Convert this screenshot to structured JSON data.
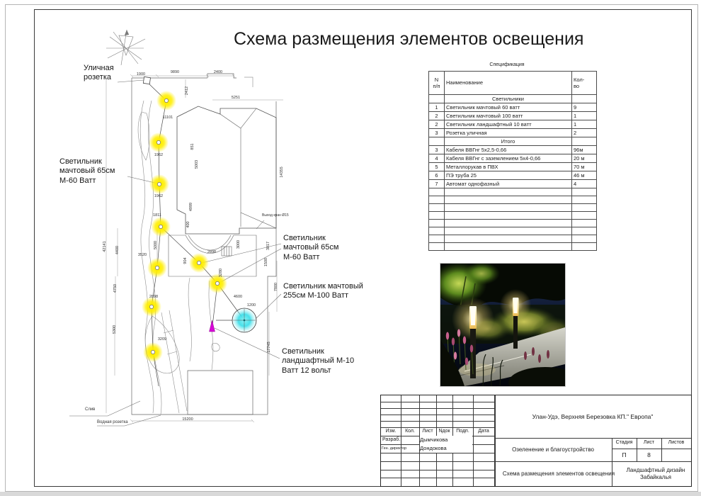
{
  "page_title": "Схема размещения элементов освещения",
  "colors": {
    "mast_glow": "#ffee00",
    "mast100_fill": "#35dde8",
    "landscape_fill": "#d808d8"
  },
  "plan": {
    "labels": {
      "street_outlet": "Уличная розетка",
      "mast60_left": "Светильник мачтовый 65см М-60 Ватт",
      "mast60_right": "Светильник мачтовый 65см М-60 Ватт",
      "mast100": "Светильник мачтовый 255см М-100 Ватт",
      "landscape": "Светильник ландшафтный М-10 Ватт 12 вольт",
      "drain": "Слив",
      "water_outlet": "Водная розетка",
      "tap": "Выход кран Ø15"
    },
    "dims": [
      "1900",
      "9890",
      "2400",
      "2412",
      "5251",
      "11101",
      "1962",
      "851",
      "5003",
      "1962",
      "1811",
      "4999",
      "400",
      "14355",
      "42141",
      "4400",
      "5000",
      "3520",
      "4750",
      "2898",
      "5300",
      "3209",
      "2898",
      "904",
      "3000",
      "3017",
      "1500",
      "3280",
      "7800",
      "4600",
      "1200",
      "17745",
      "15200"
    ]
  },
  "spec": {
    "caption": "Спецификация",
    "col_n_line1": "N",
    "col_n_line2": "п/п",
    "col_name": "Наименование",
    "col_qty_line1": "Кол-",
    "col_qty_line2": "во",
    "rows": [
      {
        "n": "",
        "name": "Светильники",
        "qty": ""
      },
      {
        "n": "1",
        "name": "Светильник мачтовый 60 ватт",
        "qty": "9"
      },
      {
        "n": "2",
        "name": "Светильник мачтовый 100 ватт",
        "qty": "1"
      },
      {
        "n": "2",
        "name": "Светильник ландшафтный 10 ватт",
        "qty": "1"
      },
      {
        "n": "3",
        "name": "Розетка уличная",
        "qty": "2"
      },
      {
        "n": "",
        "name": "Итого",
        "qty": ""
      },
      {
        "n": "3",
        "name": "Кабеля ВВГнг 5х2,5-0,66",
        "qty": "96м"
      },
      {
        "n": "4",
        "name": "Кабеля ВВГнг с заземлением 5х4-0,66",
        "qty": "20 м"
      },
      {
        "n": "5",
        "name": "Металлорукав в ПВХ",
        "qty": "70 м"
      },
      {
        "n": "6",
        "name": "ПЭ труба 25",
        "qty": "46 м"
      },
      {
        "n": "7",
        "name": "Автомат однофазный",
        "qty": "4"
      }
    ]
  },
  "stamp": {
    "cols": [
      "Изм.",
      "Кол.",
      "Лист",
      "Nдок",
      "Подп.",
      "Дата"
    ],
    "rows": [
      {
        "role": "Разраб.",
        "name": "Дымчикова"
      },
      {
        "role": "Ген. директор",
        "name": "Дондокова"
      }
    ],
    "project": "Улан-Удэ, Верхняя Березовка КП.\" Европа\"",
    "section": "Озеленение и благоустройство",
    "sheet_title": "Схема размещения элементов освещения",
    "org": "Ландшафтный дизайн Забайкалья",
    "stage_label": "Стадия",
    "sheet_label": "Лист",
    "sheets_label": "Листов",
    "stage": "П",
    "sheet": "8",
    "sheets": ""
  }
}
